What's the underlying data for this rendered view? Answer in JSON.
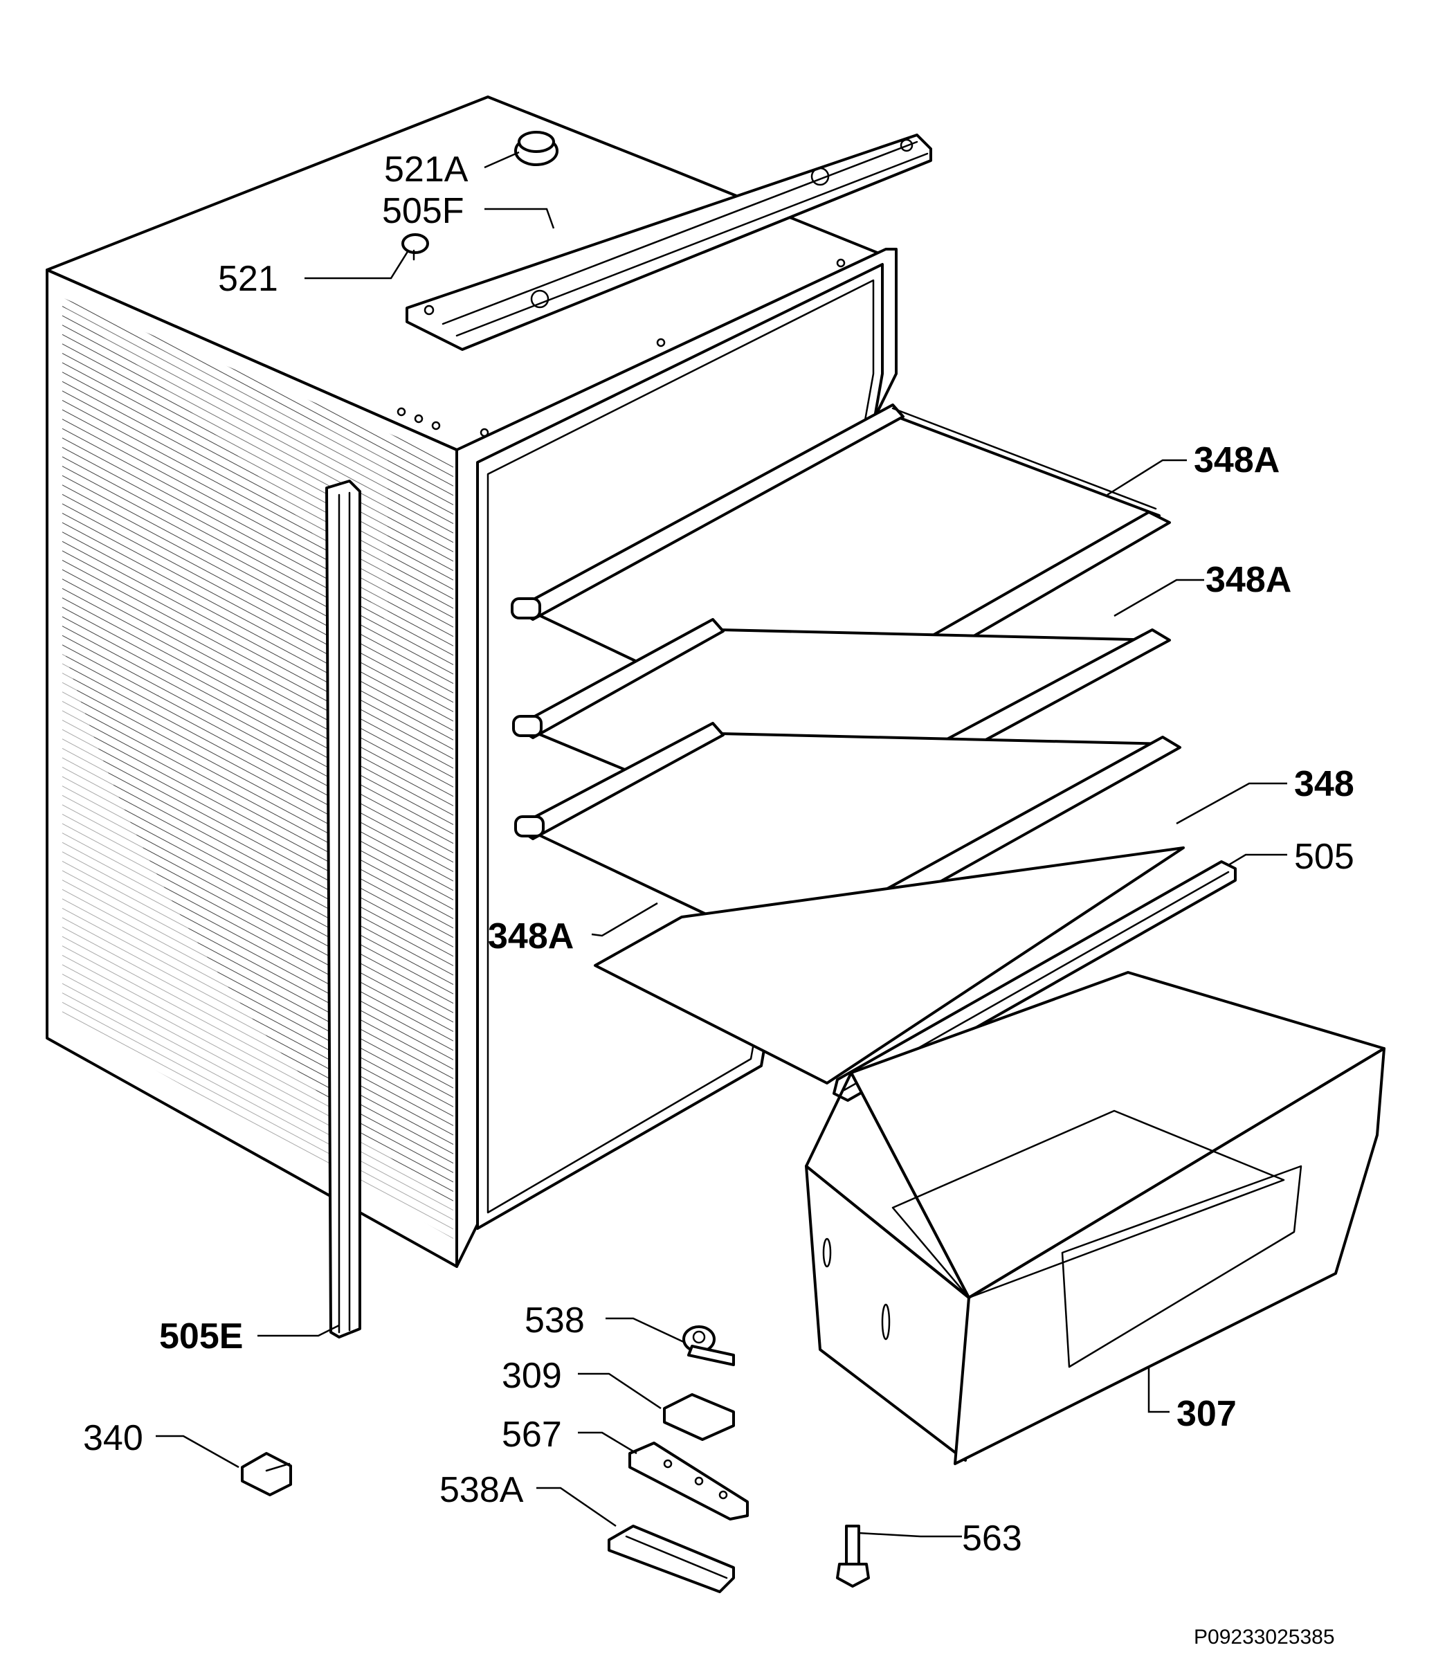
{
  "labels": {
    "l521A": "521A",
    "l505F": "505F",
    "l521": "521",
    "l348A_1": "348A",
    "l348A_2": "348A",
    "l348": "348",
    "l505": "505",
    "l348A_3": "348A",
    "l505E": "505E",
    "l538": "538",
    "l309": "309",
    "l567": "567",
    "l538A": "538A",
    "l340": "340",
    "l307": "307",
    "l563": "563"
  },
  "document_code": "P09233025385"
}
